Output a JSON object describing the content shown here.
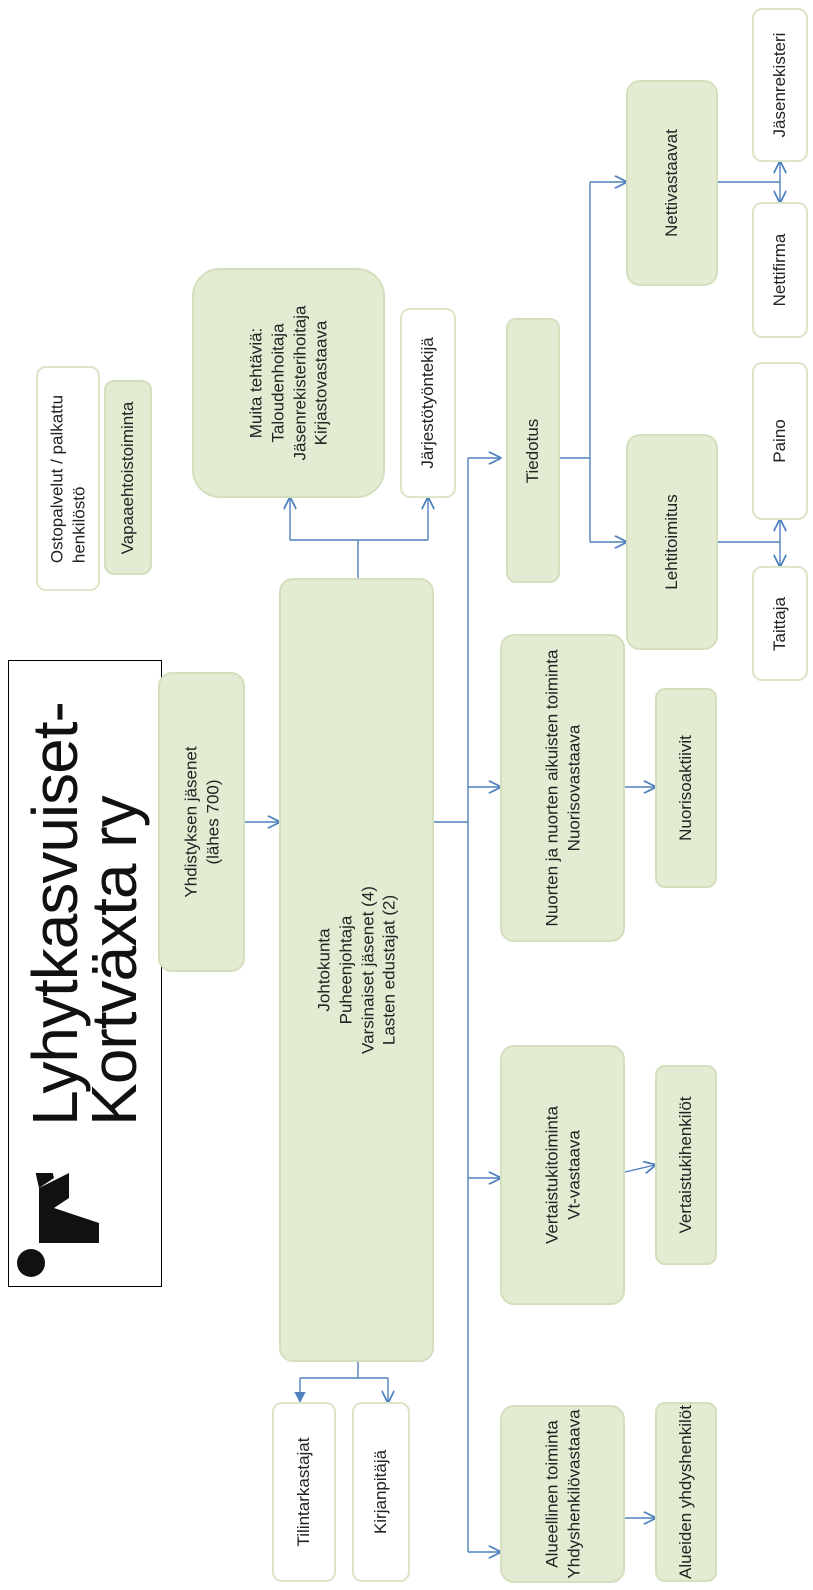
{
  "logo": {
    "line1": "Lyhytkasvuiset-",
    "line2": "Kortväxta ry",
    "icon": "person-figure-icon"
  },
  "colors": {
    "box_fill": "#e3ecd3",
    "box_border": "#d3dfbd",
    "connector": "#4f81bd"
  },
  "nodes": {
    "members": {
      "lines": [
        "Yhdistyksen jäsenet",
        "(lähes 700)"
      ]
    },
    "board": {
      "lines": [
        "Johtokunta",
        "Puheenjohtaja",
        "Varsinaiset jäsenet (4)",
        "Lasten edustajat (2)"
      ]
    },
    "outsourced": {
      "lines": [
        "Ostopalvelut / palkattu",
        "henkilöstö"
      ]
    },
    "volunteer": {
      "lines": [
        "Vapaaehtoistoiminta"
      ]
    },
    "other_tasks": {
      "lines": [
        "Muita tehtäviä:",
        "Taloudenhoitaja",
        "Jäsenrekisterihoitaja",
        "Kirjastovastaava"
      ]
    },
    "organizer": {
      "lines": [
        "Järjestötyöntekijä"
      ]
    },
    "communication": {
      "lines": [
        "Tiedotus"
      ]
    },
    "web_managers": {
      "lines": [
        "Nettivastaavat"
      ]
    },
    "member_registry": {
      "lines": [
        "Jäsenrekisteri"
      ]
    },
    "web_company": {
      "lines": [
        "Nettifirma"
      ]
    },
    "magazine": {
      "lines": [
        "Lehtitoimitus"
      ]
    },
    "printing": {
      "lines": [
        "Paino"
      ]
    },
    "layout": {
      "lines": [
        "Taittaja"
      ]
    },
    "youth": {
      "lines": [
        "Nuorten ja nuorten aikuisten toiminta",
        "Nuorisovastaava"
      ]
    },
    "youth_activists": {
      "lines": [
        "Nuorisoaktiivit"
      ]
    },
    "peer_support": {
      "lines": [
        "Vertaistukitoiminta",
        "Vt-vastaava"
      ]
    },
    "peer_persons": {
      "lines": [
        "Vertaistukihenkilöt"
      ]
    },
    "regional": {
      "lines": [
        "Alueellinen toiminta",
        "Yhdyshenkilövastaava"
      ]
    },
    "regional_contacts": {
      "lines": [
        "Alueiden yhdyshenkilöt"
      ]
    },
    "auditors": {
      "lines": [
        "Tilintarkastajat"
      ]
    },
    "bookkeeper": {
      "lines": [
        "Kirjanpitäjä"
      ]
    }
  }
}
